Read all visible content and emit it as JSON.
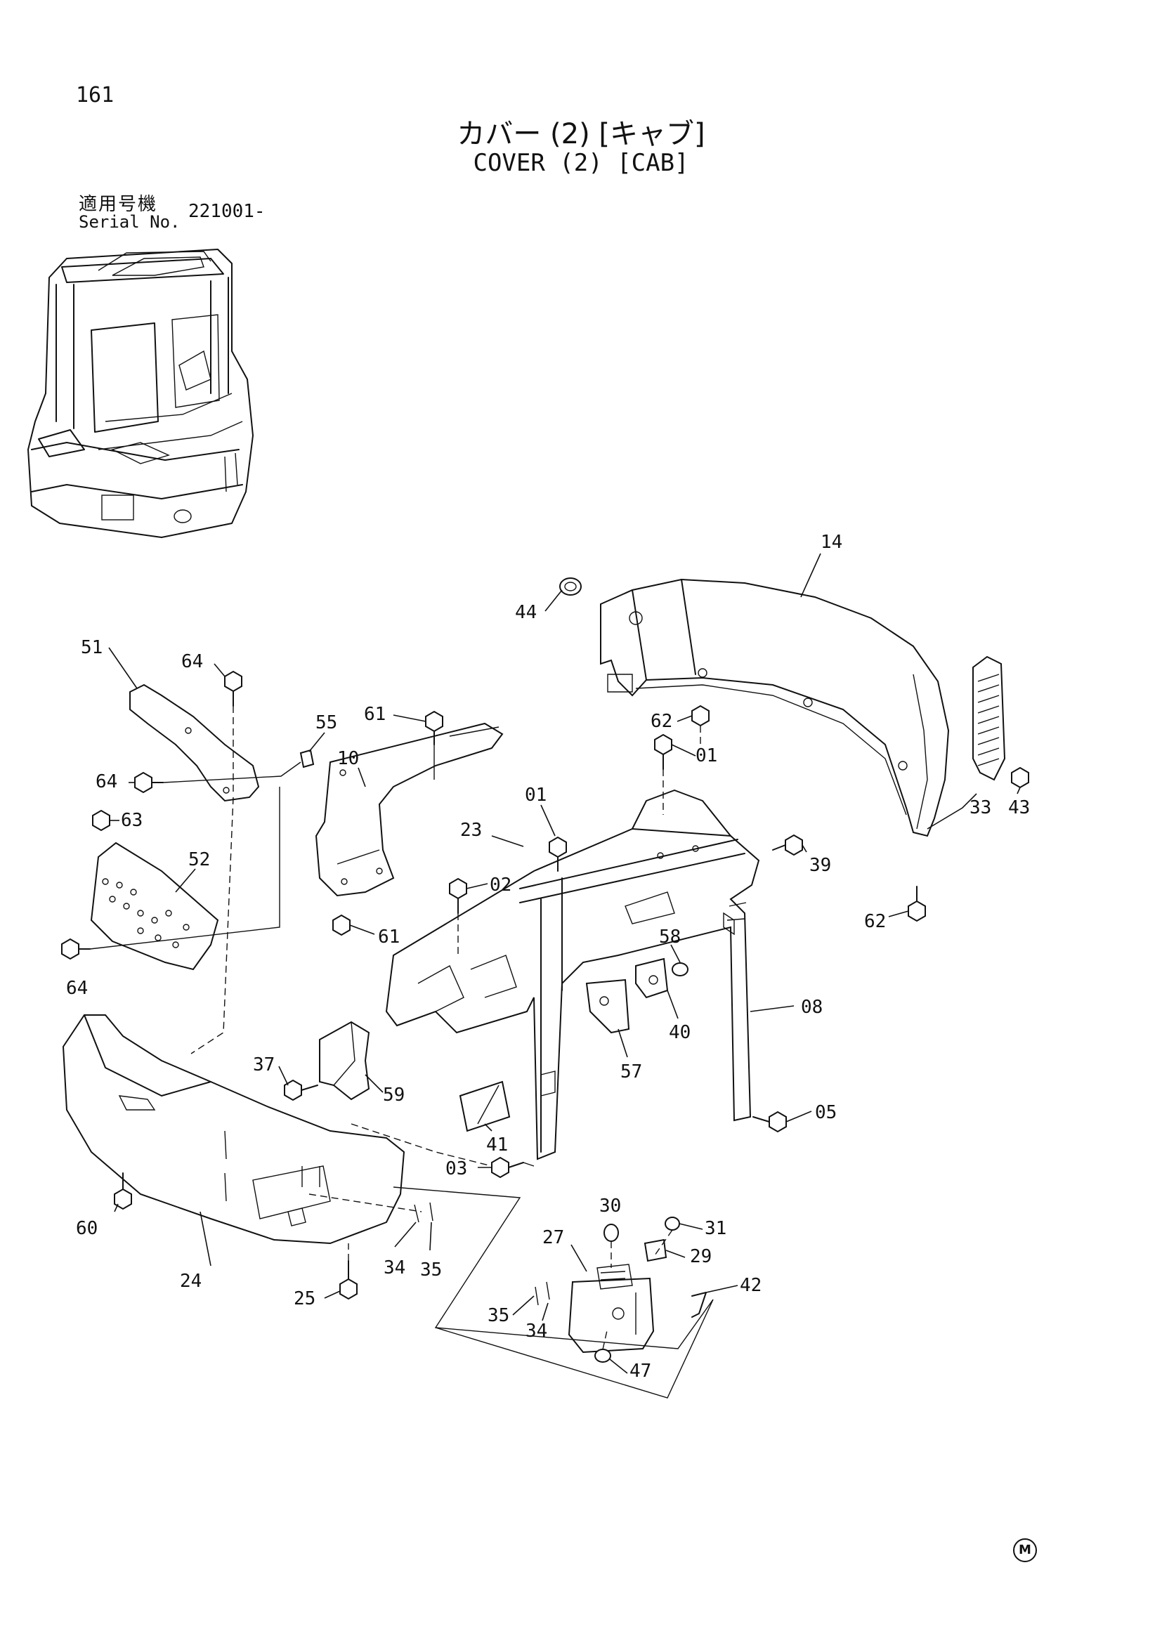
{
  "page_number": "161",
  "title_jp": "カバー (2) [キャブ]",
  "title_en": "COVER (2) [CAB]",
  "serial_label_jp": "適用号機",
  "serial_label_en": "Serial No.",
  "serial_value": "221001-",
  "mark": "M",
  "callouts": [
    {
      "id": "c14",
      "text": "14"
    },
    {
      "id": "c44",
      "text": "44"
    },
    {
      "id": "c51",
      "text": "51"
    },
    {
      "id": "c64a",
      "text": "64"
    },
    {
      "id": "c55",
      "text": "55"
    },
    {
      "id": "c61a",
      "text": "61"
    },
    {
      "id": "c62a",
      "text": "62"
    },
    {
      "id": "c01a",
      "text": "01"
    },
    {
      "id": "c64b",
      "text": "64"
    },
    {
      "id": "c10",
      "text": "10"
    },
    {
      "id": "c63",
      "text": "63"
    },
    {
      "id": "c01b",
      "text": "01"
    },
    {
      "id": "c23",
      "text": "23"
    },
    {
      "id": "c39",
      "text": "39"
    },
    {
      "id": "c33",
      "text": "33"
    },
    {
      "id": "c43",
      "text": "43"
    },
    {
      "id": "c62b",
      "text": "62"
    },
    {
      "id": "c52",
      "text": "52"
    },
    {
      "id": "c02",
      "text": "02"
    },
    {
      "id": "c61b",
      "text": "61"
    },
    {
      "id": "c58",
      "text": "58"
    },
    {
      "id": "c64c",
      "text": "64"
    },
    {
      "id": "c08",
      "text": "08"
    },
    {
      "id": "c40",
      "text": "40"
    },
    {
      "id": "c37",
      "text": "37"
    },
    {
      "id": "c59",
      "text": "59"
    },
    {
      "id": "c57",
      "text": "57"
    },
    {
      "id": "c05",
      "text": "05"
    },
    {
      "id": "c41",
      "text": "41"
    },
    {
      "id": "c03",
      "text": "03"
    },
    {
      "id": "c60",
      "text": "60"
    },
    {
      "id": "c30",
      "text": "30"
    },
    {
      "id": "c31",
      "text": "31"
    },
    {
      "id": "c27",
      "text": "27"
    },
    {
      "id": "c29",
      "text": "29"
    },
    {
      "id": "c34a",
      "text": "34"
    },
    {
      "id": "c35a",
      "text": "35"
    },
    {
      "id": "c24",
      "text": "24"
    },
    {
      "id": "c42",
      "text": "42"
    },
    {
      "id": "c25",
      "text": "25"
    },
    {
      "id": "c35b",
      "text": "35"
    },
    {
      "id": "c34b",
      "text": "34"
    },
    {
      "id": "c47",
      "text": "47"
    }
  ]
}
